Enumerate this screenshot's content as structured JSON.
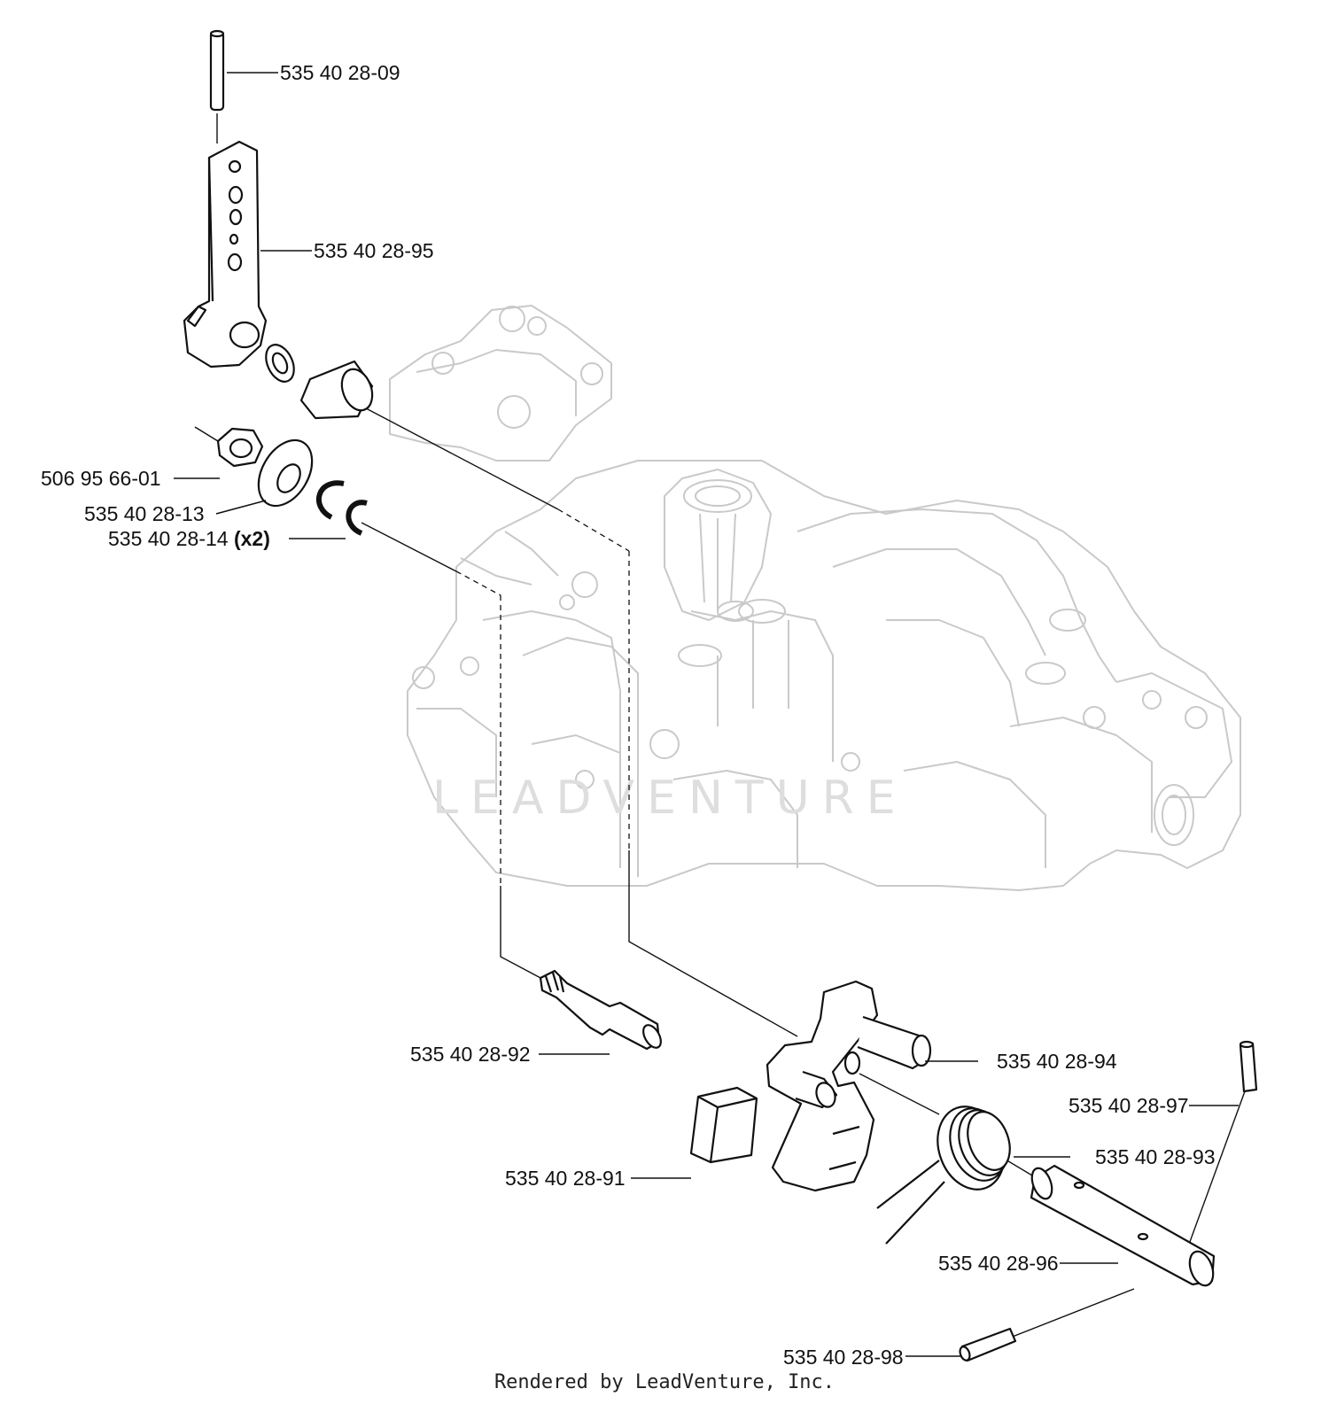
{
  "labels": {
    "p1": "535 40 28-09",
    "p2": "535 40 28-95",
    "p3": "506 95 66-01",
    "p4": "535 40 28-13",
    "p5": "535 40 28-14",
    "p5_qty": "(x2)",
    "p6": "535 40 28-92",
    "p7": "535 40 28-94",
    "p8": "535 40 28-97",
    "p9": "535 40 28-93",
    "p10": "535 40 28-91",
    "p11": "535 40 28-96",
    "p12": "535 40 28-98"
  },
  "watermark": "LEADVENTURE",
  "footer": "Rendered by LeadVenture, Inc."
}
